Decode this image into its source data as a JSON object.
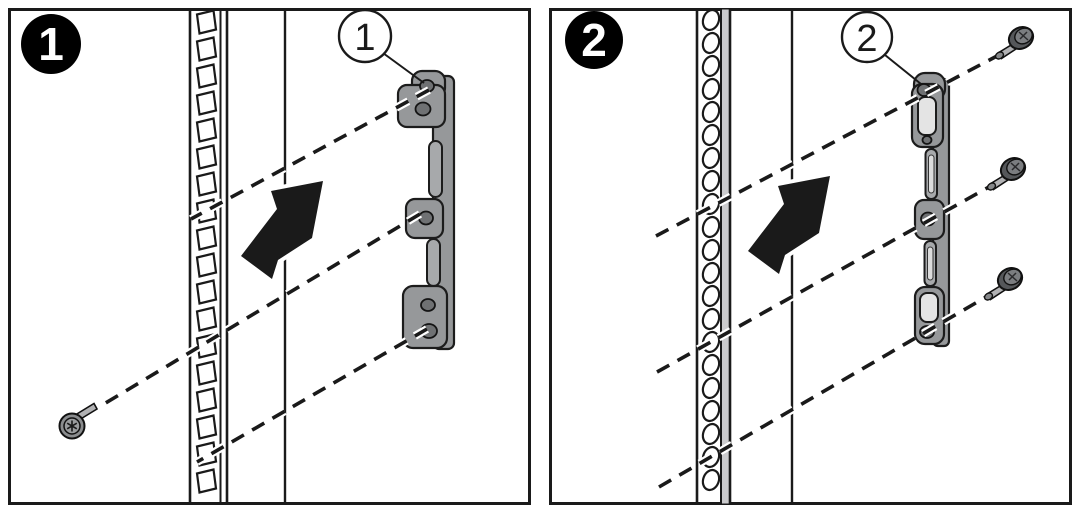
{
  "figure": {
    "type": "hardware_installation_diagram",
    "panels": [
      {
        "step_badge": "1",
        "callout_label": "1",
        "components": [
          "rack-rail-square-holes",
          "adapter-bracket",
          "screw",
          "direction-arrow",
          "alignment-dashed-lines"
        ]
      },
      {
        "step_badge": "2",
        "callout_label": "2",
        "components": [
          "rack-rail-round-holes",
          "adapter-bracket",
          "screw",
          "screw",
          "screw",
          "direction-arrow",
          "alignment-dashed-lines"
        ]
      }
    ]
  },
  "icons": {
    "step_badge": "black-circle-numbered-badge",
    "callout": "white-circle-numbered-callout",
    "direction_arrow": "solid-black-block-arrow-pointing-down-left",
    "screw": "machine-screw",
    "rail": "rack-post-with-mounting-holes",
    "bracket": "rackmount-adapter-bracket"
  },
  "colors": {
    "line": "#1a1a1a",
    "metal": "#96989a",
    "metal_light": "#a7a9ab",
    "hole_shadow": "#6f7173",
    "background": "#ffffff"
  }
}
